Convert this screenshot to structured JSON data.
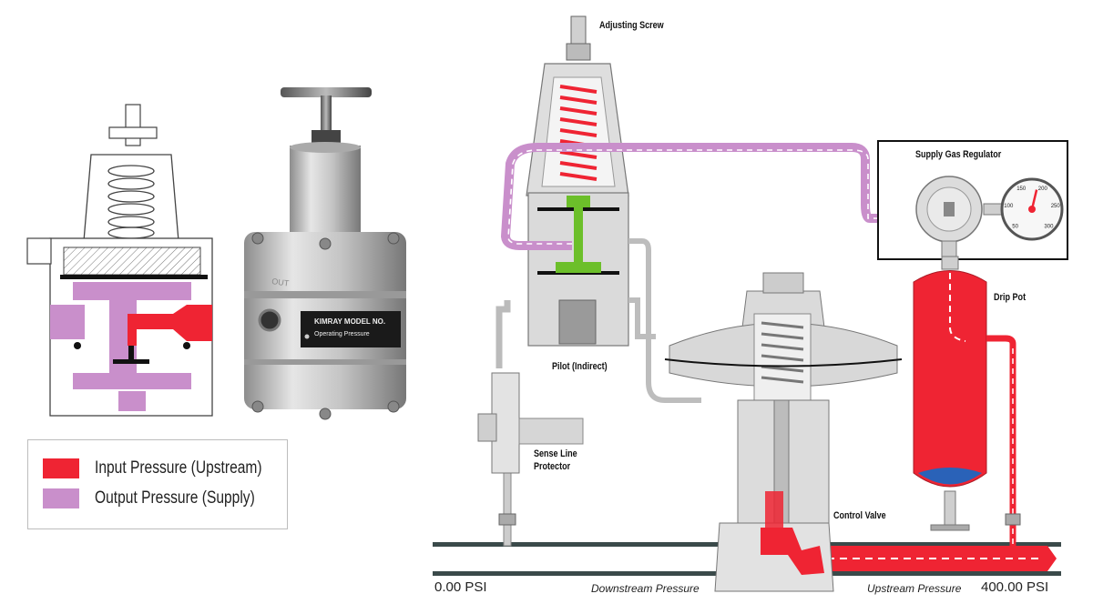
{
  "colors": {
    "input_pressure": "#ef2433",
    "output_pressure": "#c98fcb",
    "pilot_green": "#6cbf2a",
    "body_gray": "#dadada",
    "pipe_dark": "#3a4a4a",
    "drip_water": "#2a62b8"
  },
  "legend": {
    "items": [
      {
        "label": "Input Pressure (Upstream)",
        "color": "#ef2433"
      },
      {
        "label": "Output Pressure (Supply)",
        "color": "#c98fcb"
      }
    ]
  },
  "photo": {
    "nameplate_line1": "KIMRAY MODEL NO.",
    "nameplate_line2": "Operating Pressure",
    "body_text": "OUT"
  },
  "labels": {
    "adjusting_screw": "Adjusting Screw",
    "supply_gas_regulator": "Supply Gas Regulator",
    "drip_pot": "Drip Pot",
    "pilot": "Pilot (Indirect)",
    "sense_line_protector_1": "Sense Line",
    "sense_line_protector_2": "Protector",
    "control_valve": "Control Valve",
    "downstream_psi": "0.00 PSI",
    "downstream_pressure": "Downstream Pressure",
    "upstream_pressure": "Upstream Pressure",
    "upstream_psi": "400.00 PSI"
  },
  "gauge": {
    "ticks": [
      "50",
      "100",
      "150",
      "200",
      "250",
      "300"
    ],
    "needle_level": 0.55
  }
}
